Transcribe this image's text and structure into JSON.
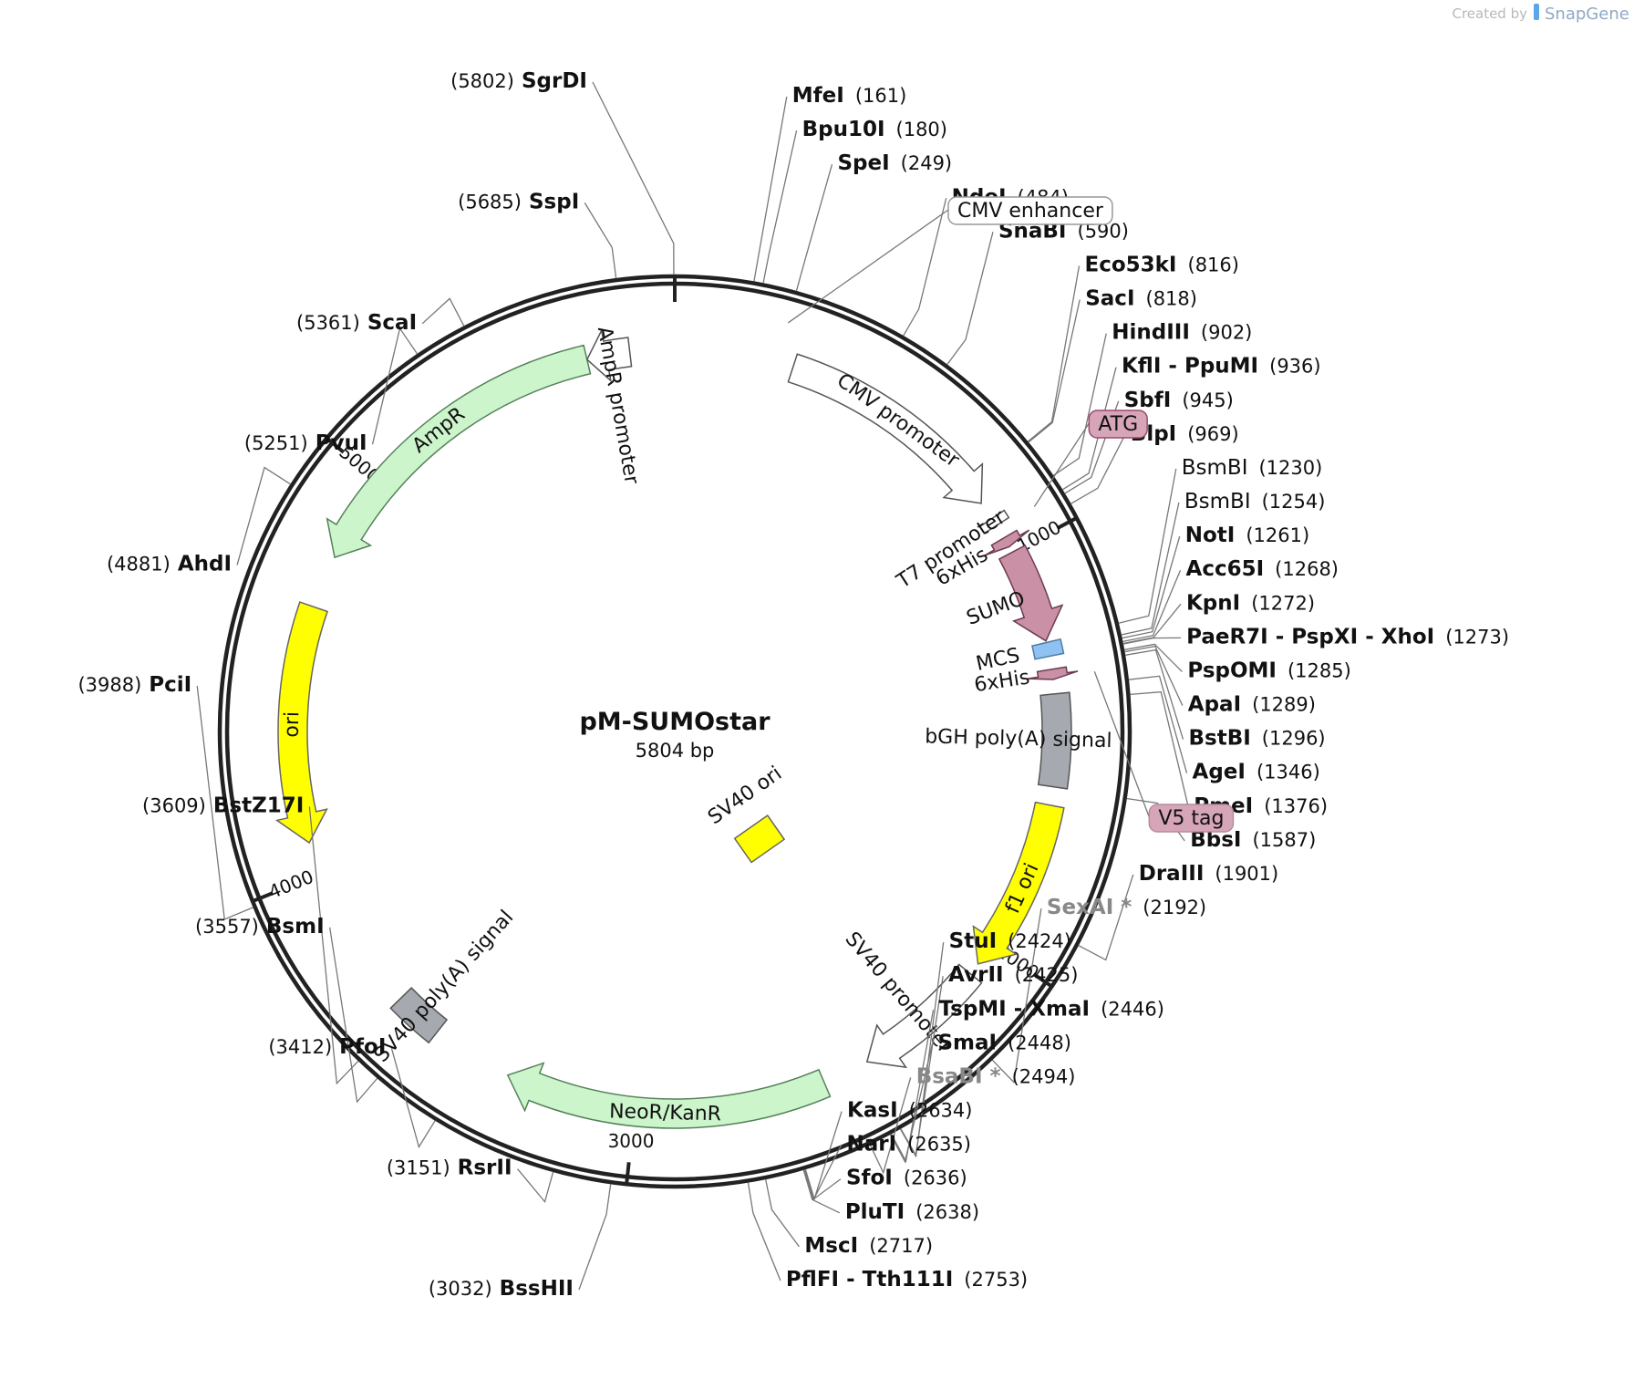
{
  "credit": {
    "created_by": "Created by",
    "brand": "SnapGene"
  },
  "plasmid": {
    "name": "pM-SUMOstar",
    "length_label": "5804 bp",
    "length": 5804
  },
  "ticks": [
    {
      "label": "1000",
      "bp": 1000
    },
    {
      "label": "2000",
      "bp": 2000
    },
    {
      "label": "3000",
      "bp": 3000
    },
    {
      "label": "4000",
      "bp": 4000
    },
    {
      "label": "5000",
      "bp": 5000
    }
  ],
  "sites": [
    {
      "name": "SgrDI",
      "pos": "(5802)",
      "bp": 5802,
      "side": "L"
    },
    {
      "name": "SspI",
      "pos": "(5685)",
      "bp": 5685,
      "side": "L"
    },
    {
      "name": "ScaI",
      "pos": "(5361)",
      "bp": 5361,
      "side": "L"
    },
    {
      "name": "PvuI",
      "pos": "(5251)",
      "bp": 5251,
      "side": "L"
    },
    {
      "name": "AhdI",
      "pos": "(4881)",
      "bp": 4881,
      "side": "L"
    },
    {
      "name": "PciI",
      "pos": "(3988)",
      "bp": 3988,
      "side": "L"
    },
    {
      "name": "BstZ17I",
      "pos": "(3609)",
      "bp": 3609,
      "side": "L"
    },
    {
      "name": "BsmI",
      "pos": "(3557)",
      "bp": 3557,
      "side": "L"
    },
    {
      "name": "PfoI",
      "pos": "(3412)",
      "bp": 3412,
      "side": "L"
    },
    {
      "name": "RsrII",
      "pos": "(3151)",
      "bp": 3151,
      "side": "L"
    },
    {
      "name": "BssHII",
      "pos": "(3032)",
      "bp": 3032,
      "side": "L"
    },
    {
      "name": "MfeI",
      "pos": "(161)",
      "bp": 161,
      "side": "R"
    },
    {
      "name": "Bpu10I",
      "pos": "(180)",
      "bp": 180,
      "side": "R"
    },
    {
      "name": "SpeI",
      "pos": "(249)",
      "bp": 249,
      "side": "R"
    },
    {
      "name": "NdeI",
      "pos": "(484)",
      "bp": 484,
      "side": "R"
    },
    {
      "name": "SnaBI",
      "pos": "(590)",
      "bp": 590,
      "side": "R"
    },
    {
      "name": "Eco53kI",
      "pos": "(816)",
      "bp": 816,
      "side": "R"
    },
    {
      "name": "SacI",
      "pos": "(818)",
      "bp": 818,
      "side": "R"
    },
    {
      "name": "HindIII",
      "pos": "(902)",
      "bp": 902,
      "side": "R"
    },
    {
      "name": "KflI - PpuMI",
      "pos": "(936)",
      "bp": 936,
      "side": "R"
    },
    {
      "name": "SbfI",
      "pos": "(945)",
      "bp": 945,
      "side": "R"
    },
    {
      "name": "BlpI",
      "pos": "(969)",
      "bp": 969,
      "side": "R"
    },
    {
      "name": "BsmBI",
      "pos": "(1230)",
      "bp": 1230,
      "side": "R",
      "plain": true
    },
    {
      "name": "BsmBI",
      "pos": "(1254)",
      "bp": 1254,
      "side": "R",
      "plain": true
    },
    {
      "name": "NotI",
      "pos": "(1261)",
      "bp": 1261,
      "side": "R"
    },
    {
      "name": "Acc65I",
      "pos": "(1268)",
      "bp": 1268,
      "side": "R"
    },
    {
      "name": "KpnI",
      "pos": "(1272)",
      "bp": 1272,
      "side": "R"
    },
    {
      "name": "PaeR7I - PspXI - XhoI",
      "pos": "(1273)",
      "bp": 1273,
      "side": "R"
    },
    {
      "name": "PspOMI",
      "pos": "(1285)",
      "bp": 1285,
      "side": "R"
    },
    {
      "name": "ApaI",
      "pos": "(1289)",
      "bp": 1289,
      "side": "R"
    },
    {
      "name": "BstBI",
      "pos": "(1296)",
      "bp": 1296,
      "side": "R"
    },
    {
      "name": "AgeI",
      "pos": "(1346)",
      "bp": 1346,
      "side": "R"
    },
    {
      "name": "PmeI",
      "pos": "(1376)",
      "bp": 1376,
      "side": "R"
    },
    {
      "name": "BbsI",
      "pos": "(1587)",
      "bp": 1587,
      "side": "R"
    },
    {
      "name": "DraIII",
      "pos": "(1901)",
      "bp": 1901,
      "side": "R"
    },
    {
      "name": "SexAI *",
      "pos": "(2192)",
      "bp": 2192,
      "side": "R",
      "dim": true
    },
    {
      "name": "StuI",
      "pos": "(2424)",
      "bp": 2424,
      "side": "R"
    },
    {
      "name": "AvrII",
      "pos": "(2425)",
      "bp": 2425,
      "side": "R"
    },
    {
      "name": "TspMI - XmaI",
      "pos": "(2446)",
      "bp": 2446,
      "side": "R"
    },
    {
      "name": "SmaI",
      "pos": "(2448)",
      "bp": 2448,
      "side": "R"
    },
    {
      "name": "BsaBI *",
      "pos": "(2494)",
      "bp": 2494,
      "side": "R",
      "dim": true
    },
    {
      "name": "KasI",
      "pos": "(2634)",
      "bp": 2634,
      "side": "R"
    },
    {
      "name": "NarI",
      "pos": "(2635)",
      "bp": 2635,
      "side": "R"
    },
    {
      "name": "SfoI",
      "pos": "(2636)",
      "bp": 2636,
      "side": "R"
    },
    {
      "name": "PluTI",
      "pos": "(2638)",
      "bp": 2638,
      "side": "R"
    },
    {
      "name": "MscI",
      "pos": "(2717)",
      "bp": 2717,
      "side": "R"
    },
    {
      "name": "PflFI - Tth111I",
      "pos": "(2753)",
      "bp": 2753,
      "side": "R"
    }
  ],
  "boxed_labels": [
    {
      "label": "CMV enhancer",
      "bp": 250,
      "fill": "#ffffff",
      "stroke": "#999999"
    },
    {
      "label": "ATG",
      "bp": 935,
      "fill": "#d7a5b8",
      "stroke": "#9a4a6b"
    },
    {
      "label": "V5 tag",
      "bp": 1320,
      "fill": "#d7a5b8",
      "stroke": "#b58aa0"
    }
  ],
  "features": [
    {
      "label": "CMV promoter",
      "start": 290,
      "end": 860,
      "dir": 1,
      "fill": "#ffffff",
      "stroke": "#555555"
    },
    {
      "label": "T7 promoter",
      "start": 905,
      "end": 925,
      "dir": 1,
      "fill": "#ffffff",
      "stroke": "#555555"
    },
    {
      "label": "6xHis",
      "start": 960,
      "end": 985,
      "dir": 1,
      "fill": "#c990a6",
      "stroke": "#6b3a50"
    },
    {
      "label": "SUMO",
      "start": 1000,
      "end": 1230,
      "dir": 1,
      "fill": "#c990a6",
      "stroke": "#6b3a50"
    },
    {
      "label": "MCS",
      "start": 1234,
      "end": 1268,
      "dir": 0,
      "fill": "#8fc2f2",
      "stroke": "#4d7ba6"
    },
    {
      "label": "6xHis",
      "start": 1300,
      "end": 1325,
      "dir": 1,
      "fill": "#c990a6",
      "stroke": "#6b3a50"
    },
    {
      "label": "bGH poly(A) signal",
      "start": 1360,
      "end": 1585,
      "dir": 0,
      "fill": "#a6aab0",
      "stroke": "#555555"
    },
    {
      "label": "f1 ori",
      "start": 1630,
      "end": 2055,
      "dir": 1,
      "fill": "#ffff00",
      "stroke": "#666666"
    },
    {
      "label": "SV40 promoter",
      "start": 2085,
      "end": 2415,
      "dir": 1,
      "fill": "#ffffff",
      "stroke": "#555555"
    },
    {
      "label": "SV40 ori",
      "start": 2250,
      "end": 2320,
      "dir": 0,
      "fill": "#ffff00",
      "stroke": "#666666",
      "inner": true
    },
    {
      "label": "NeoR/KanR",
      "start": 2530,
      "end": 3320,
      "dir": 1,
      "fill": "#ccf5cc",
      "stroke": "#55805a"
    },
    {
      "label": "SV40 poly(A) signal",
      "start": 3520,
      "end": 3640,
      "dir": 0,
      "fill": "#a6aab0",
      "stroke": "#555555"
    },
    {
      "label": "ori",
      "start": 4080,
      "end": 4660,
      "dir": -1,
      "fill": "#ffff00",
      "stroke": "#666666"
    },
    {
      "label": "AmpR",
      "start": 4790,
      "end": 5590,
      "dir": -1,
      "fill": "#ccf5cc",
      "stroke": "#55805a"
    },
    {
      "label": "AmpR promoter",
      "start": 5590,
      "end": 5695,
      "dir": -1,
      "fill": "#ffffff",
      "stroke": "#555555"
    }
  ]
}
